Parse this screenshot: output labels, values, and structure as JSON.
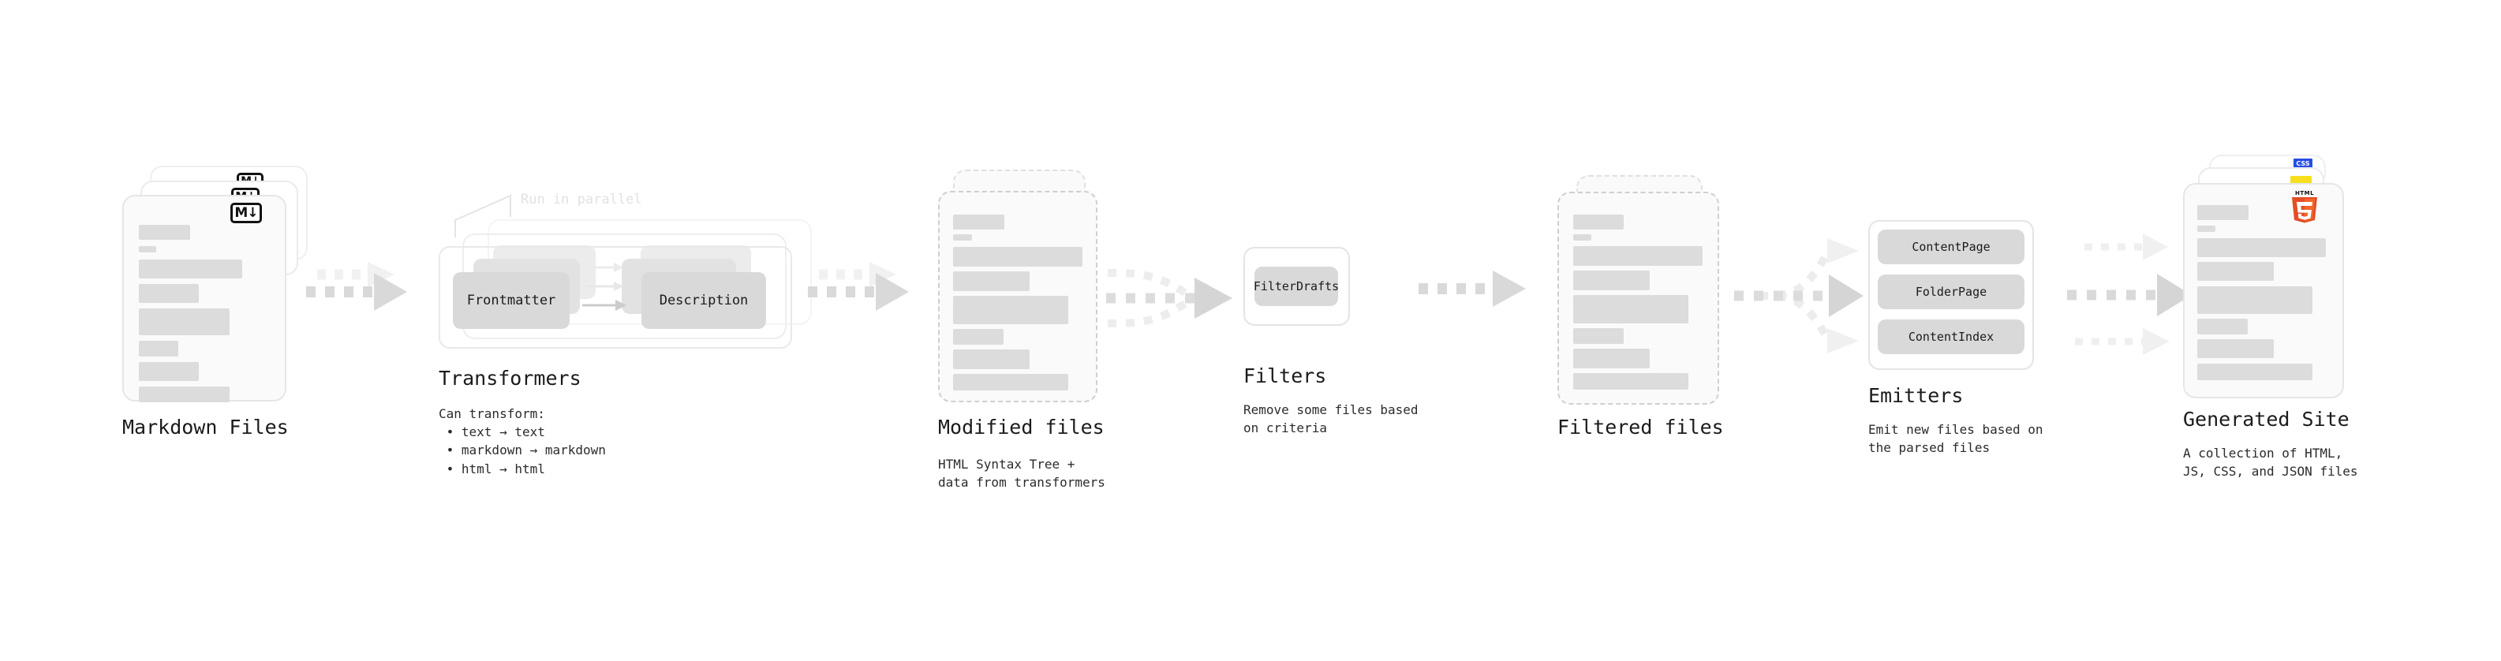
{
  "diagram": {
    "title": "Quartz static site generation pipeline",
    "colors": {
      "skeleton": "#dcdcdc",
      "card_bg": "#fafafa",
      "card_border": "#e6e6e6",
      "dashed_border": "#cfcfcf",
      "chip_bg": "#d9d9d9",
      "arrow": "#d5d5d5",
      "arrow_faint": "#ededed",
      "text": "#1b1b1b",
      "ghost_text": "#e2e2e2",
      "html5_orange": "#e44d26",
      "html5_orange_light": "#f16529",
      "js_yellow": "#f7df1e",
      "css_blue": "#264de4"
    }
  },
  "stages": [
    {
      "id": "markdown-files",
      "title": "Markdown Files",
      "subtitle": "",
      "badge": "M↓",
      "badge_name": "markdown-badge"
    },
    {
      "id": "transformers",
      "title": "Transformers",
      "subtitle_lines": [
        "Can transform:",
        " • text → text",
        " • markdown → markdown",
        " • html → html"
      ],
      "annotation": "Run in parallel",
      "chips": [
        "Frontmatter",
        "Description"
      ]
    },
    {
      "id": "modified-files",
      "title": "Modified files",
      "subtitle_lines": [
        "HTML Syntax Tree +",
        "data from transformers"
      ]
    },
    {
      "id": "filters",
      "title": "Filters",
      "subtitle_lines": [
        "Remove some files based",
        "on criteria"
      ],
      "chips": [
        "FilterDrafts"
      ]
    },
    {
      "id": "filtered-files",
      "title": "Filtered files",
      "subtitle_lines": []
    },
    {
      "id": "emitters",
      "title": "Emitters",
      "subtitle_lines": [
        "Emit new files based on",
        "the parsed files"
      ],
      "chips": [
        "ContentPage",
        "FolderPage",
        "ContentIndex"
      ]
    },
    {
      "id": "generated-site",
      "title": "Generated Site",
      "subtitle_lines": [
        "A collection of HTML,",
        "JS, CSS, and JSON files"
      ],
      "badges": [
        "HTML5",
        "JS",
        "CSS"
      ]
    }
  ],
  "labels": {
    "markdown_files_title": "Markdown Files",
    "markdown_badge": "M↓",
    "transformers_title": "Transformers",
    "transformers_sub": "Can transform:\n • text → text\n • markdown → markdown\n • html → html",
    "run_in_parallel": "Run in parallel",
    "chip_frontmatter": "Frontmatter",
    "chip_description": "Description",
    "modified_files_title": "Modified files",
    "modified_files_sub": "HTML Syntax Tree +\ndata from transformers",
    "filters_title": "Filters",
    "filters_sub": "Remove some files based\non criteria",
    "chip_filterdrafts": "FilterDrafts",
    "filtered_files_title": "Filtered files",
    "emitters_title": "Emitters",
    "emitters_sub": "Emit new files based on\nthe parsed files",
    "chip_contentpage": "ContentPage",
    "chip_folderpage": "FolderPage",
    "chip_contentindex": "ContentIndex",
    "generated_site_title": "Generated Site",
    "generated_site_sub": "A collection of HTML,\nJS, CSS, and JSON files",
    "html5_badge": "HTML",
    "html5_digit": "5"
  }
}
